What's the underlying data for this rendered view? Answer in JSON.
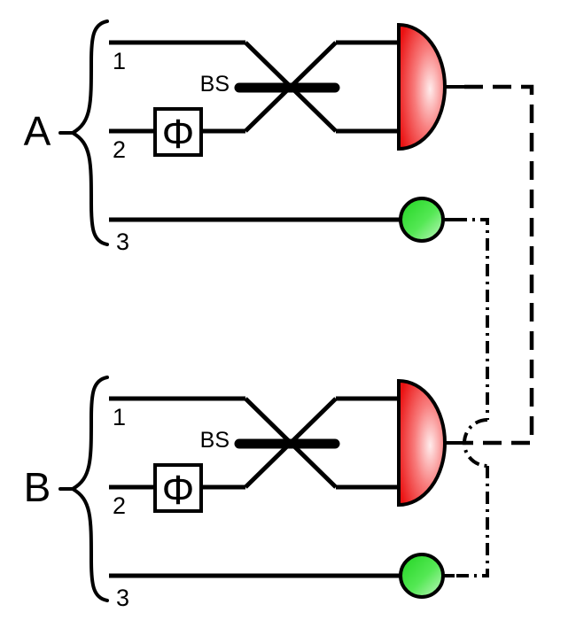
{
  "figure": {
    "description": "Two three-mode optical interferometer setups (A and B). In each, modes 1 and 2 interfere on a beam splitter (BS) after mode 2 passes a phase shifter, and are measured by a red dome detector; mode 3 is measured by a green circular detector. Red detector outputs of A and B are joined by a dashed correlation line; green detector outputs are joined by a dash-dot correlation line that hops over the dashed line with a small arc."
  },
  "setups": {
    "a": {
      "label": "A",
      "mode1": "1",
      "mode2": "2",
      "mode3": "3",
      "beamsplitter": "BS",
      "phase": "Φ"
    },
    "b": {
      "label": "B",
      "mode1": "1",
      "mode2": "2",
      "mode3": "3",
      "beamsplitter": "BS",
      "phase": "Φ"
    }
  },
  "colors": {
    "line": "#000000",
    "background": "#ffffff",
    "red_detector": "#ea1212",
    "red_mid": "#f87c7c",
    "red_highlight": "#ffecec",
    "green_detector": "#1fd41f",
    "green_mid": "#55e855",
    "green_highlight": "#c2f7c2"
  }
}
